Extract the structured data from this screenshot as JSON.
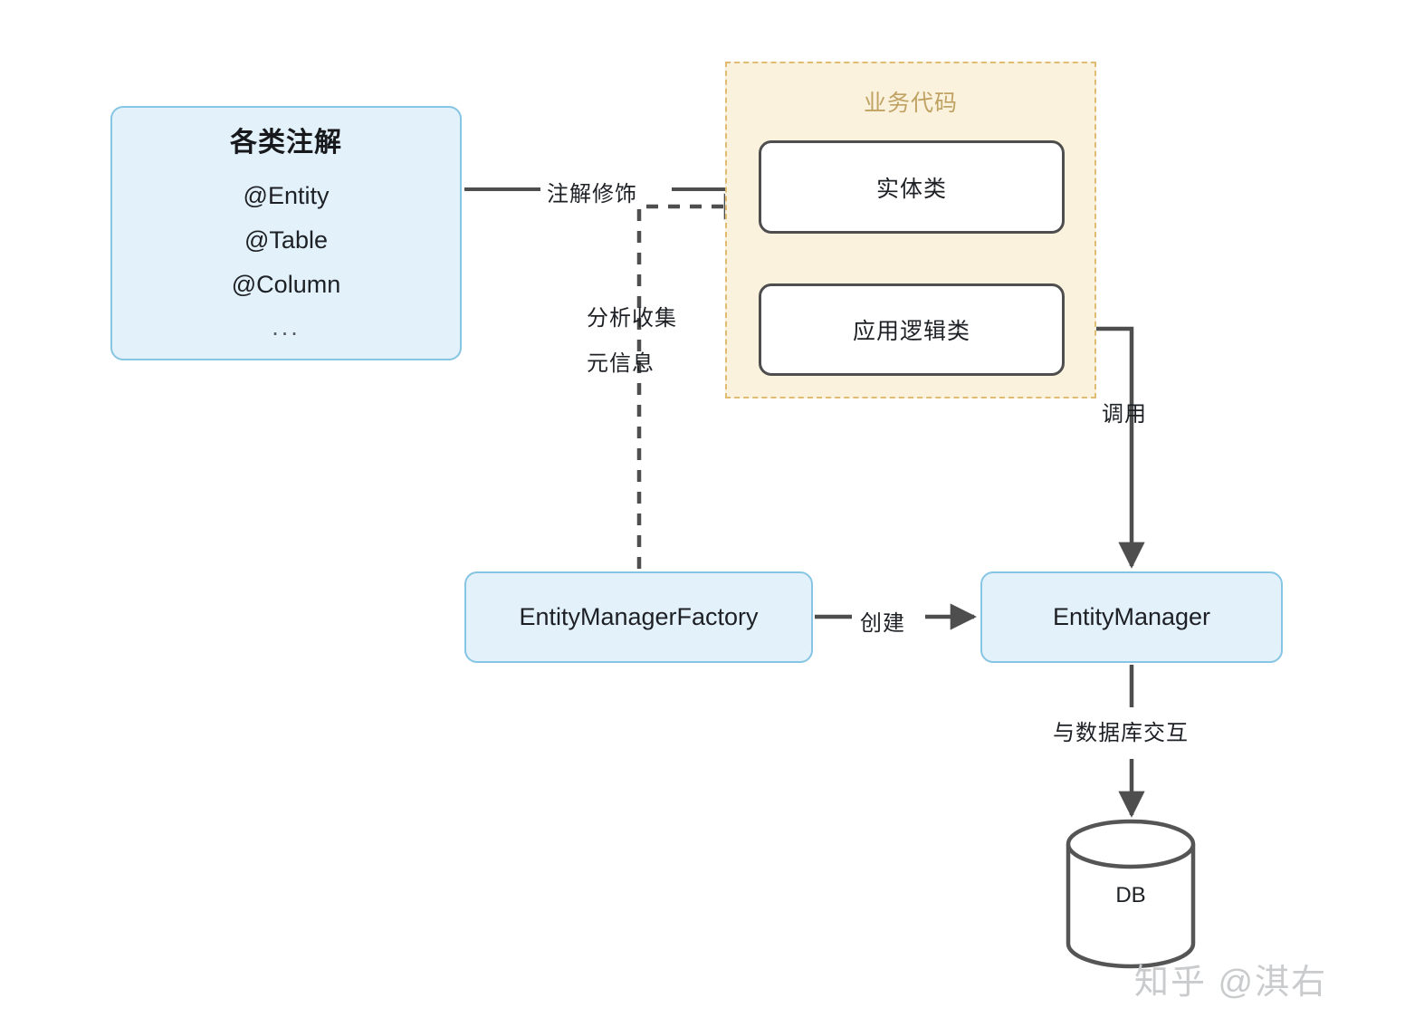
{
  "diagram": {
    "title": "JPA EntityManager architecture",
    "colors": {
      "card_blue_fill": "#e3f1fa",
      "card_blue_border": "#86c5e3",
      "group_fill": "#fbf2dd",
      "group_border": "#e0bb72",
      "group_title_color": "#c0a263",
      "white_box_border": "#4e4e4e",
      "edge_color": "#4e4e4e",
      "text_color": "#1d2024",
      "watermark_color": "#c9cbcd"
    }
  },
  "annotations_card": {
    "title": "各类注解",
    "items": [
      "@Entity",
      "@Table",
      "@Column"
    ],
    "ellipsis": "..."
  },
  "business_code_group": {
    "title": "业务代码",
    "entity_class": "实体类",
    "app_logic_class": "应用逻辑类"
  },
  "lower_nodes": {
    "entity_manager_factory": "EntityManagerFactory",
    "entity_manager": "EntityManager"
  },
  "edge_labels": {
    "annotate": "注解修饰",
    "collect_line1": "分析收集",
    "collect_line2": "元信息",
    "invoke": "调用",
    "create": "创建",
    "db_interact": "与数据库交互"
  },
  "database": {
    "label": "DB"
  },
  "watermark": {
    "text": "知乎 @淇右"
  }
}
